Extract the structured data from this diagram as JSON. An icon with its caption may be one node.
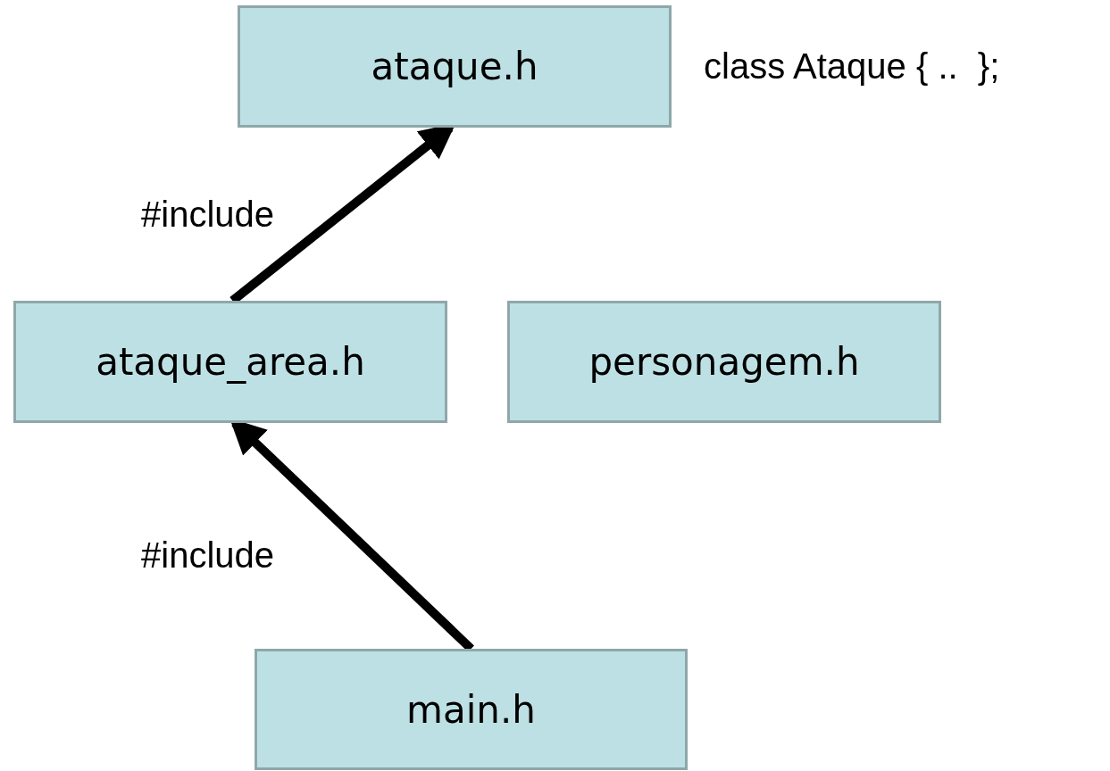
{
  "diagram": {
    "nodes": [
      {
        "text": [
          "ataque.h"
        ],
        "beside": [
          "class Ataque { ..  };"
        ]
      },
      {
        "text": [
          "ataque_area.h"
        ]
      },
      {
        "text": [
          "personagem.h"
        ]
      },
      {
        "text": [
          "main.h"
        ]
      }
    ],
    "edges": [
      {
        "from": 1,
        "to": 0,
        "arrow": "to",
        "label": "#include"
      },
      {
        "from": 3,
        "to": 1,
        "arrow": "to",
        "label": "#include"
      }
    ]
  }
}
